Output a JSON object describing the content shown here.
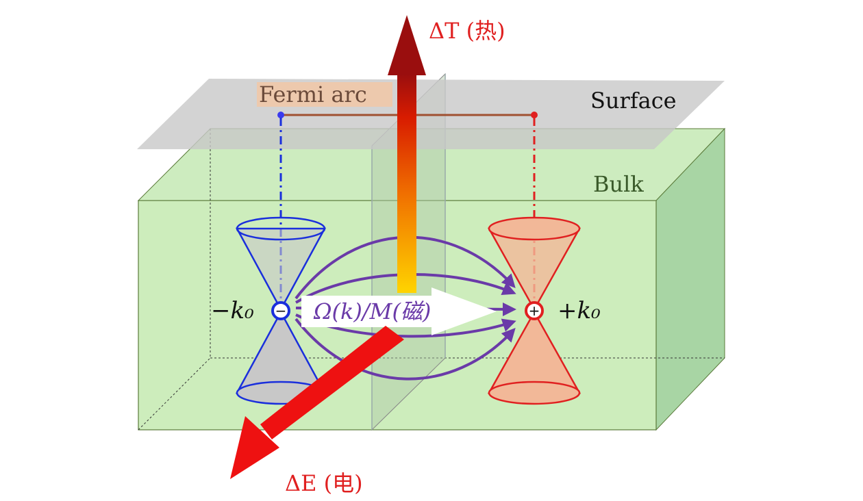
{
  "labels": {
    "delta_t": "ΔT (热)",
    "delta_e": "ΔE (电)",
    "surface": "Surface",
    "bulk": "Bulk",
    "fermi_arc": "Fermi arc",
    "minus_k0": "−k₀",
    "plus_k0": "+k₀",
    "berry_label": "Ω(k)/M(磁)",
    "minus_sign": "−",
    "plus_sign": "+"
  },
  "colors": {
    "bulk_fill": "#c8eab8",
    "bulk_edge": "#5a7a3a",
    "surface_fill": "#c8c8c8",
    "left_node": "#1a2fdc",
    "right_node": "#e02020",
    "right_cone_fill": "#f2b898",
    "left_cone_fill": "#c8c8c8",
    "flux_lines": "#6a3aa8",
    "heat_arrow_top": "#a01010",
    "heat_arrow_bottom": "#ffd400",
    "electric_arrow": "#ee1111",
    "fermi_arc_line": "#a05030",
    "fermi_arc_label_bg": "#f0c8a8"
  }
}
